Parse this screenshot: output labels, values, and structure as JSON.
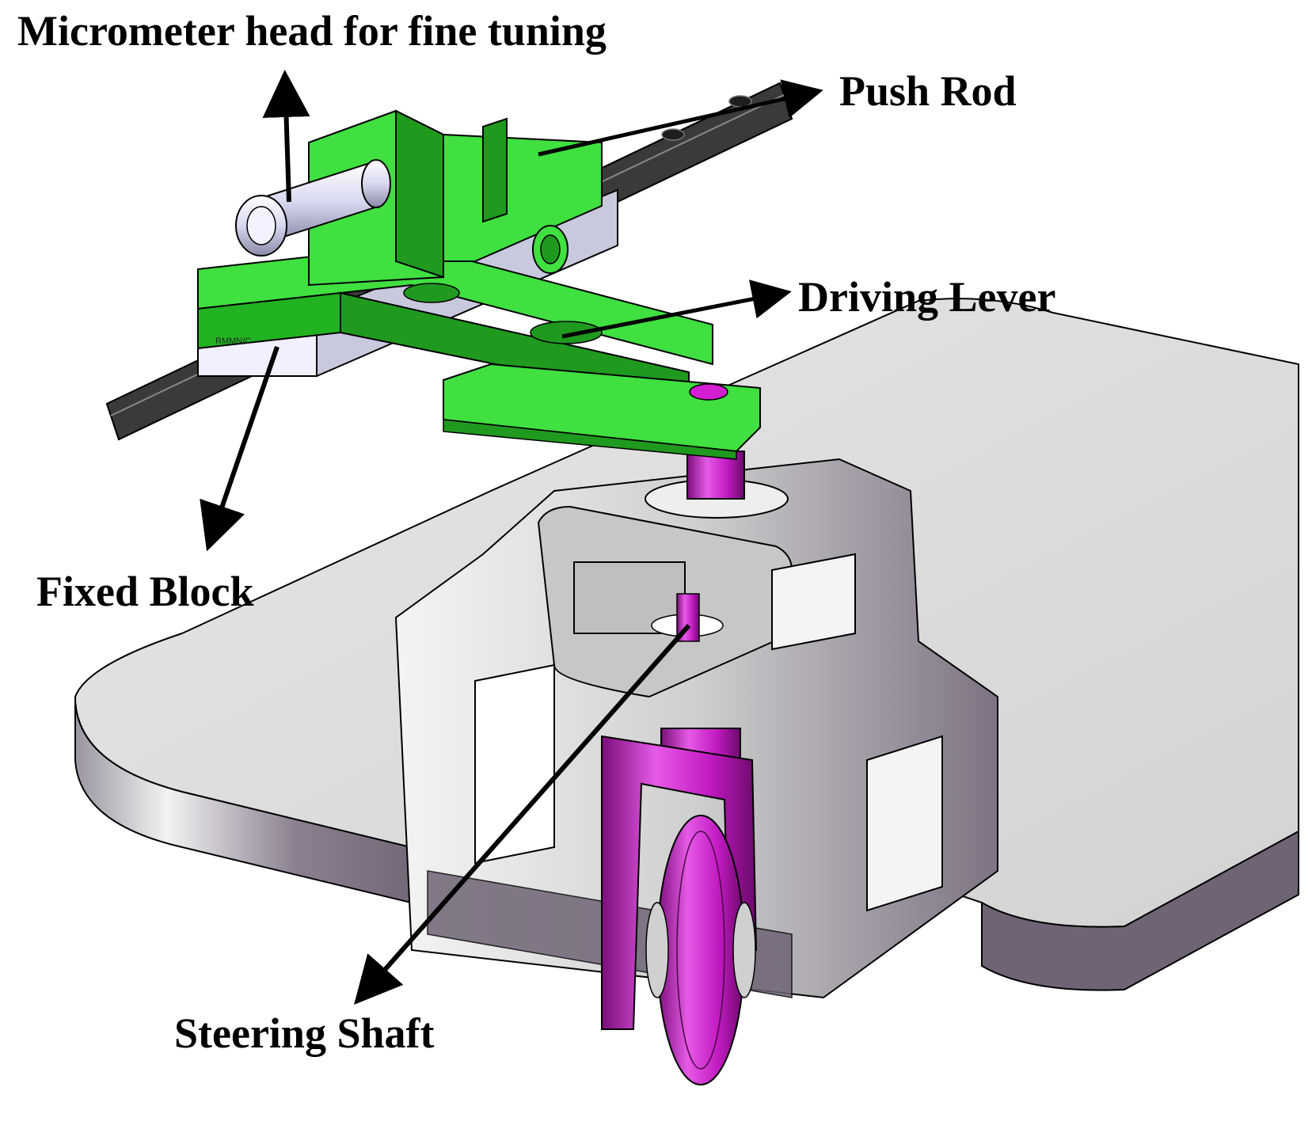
{
  "labels": {
    "micrometer": "Micrometer head for fine tuning",
    "push_rod": "Push Rod",
    "driving_lever": "Driving Lever",
    "fixed_block": "Fixed Block",
    "steering_shaft": "Steering Shaft",
    "rail_marking": "RMMN/C"
  },
  "colors": {
    "green_part": "#3fe03f",
    "green_dark": "#1f9a1f",
    "magenta_part": "#d21fd2",
    "magenta_dark": "#7a0f7a",
    "gray_plate": "#dcdcdc",
    "gray_side": "#7a6f80",
    "rail": "#3a3a3a",
    "arrow": "#000000"
  },
  "icons": [
    "arrow-icon"
  ]
}
